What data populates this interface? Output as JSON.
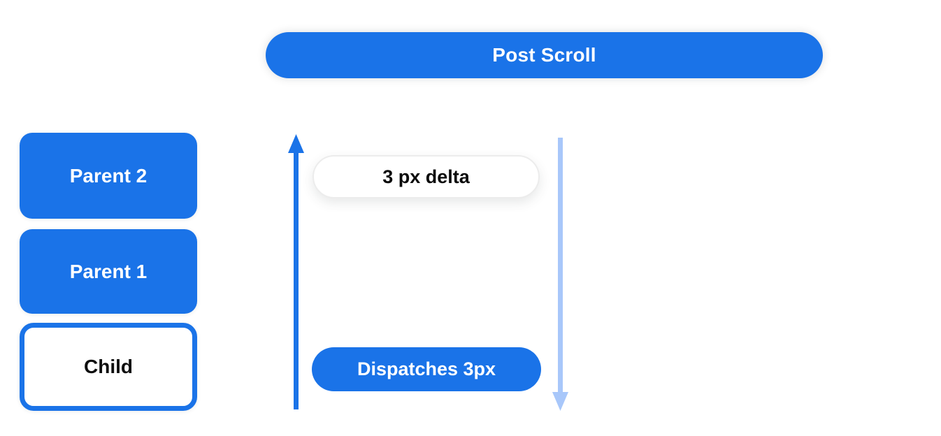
{
  "colors": {
    "primary_blue": "#1A73E8",
    "light_blue": "#A8C7FA",
    "surface_white": "#FFFFFF",
    "text_black": "#0E0E0E"
  },
  "banner": {
    "label": "Post Scroll"
  },
  "node_stack": {
    "items": [
      {
        "label": "Parent 2"
      },
      {
        "label": "Parent 1"
      },
      {
        "label": "Child"
      }
    ]
  },
  "flow": {
    "up_arrow": {
      "icon": "arrow-up",
      "color": "#1A73E8"
    },
    "down_arrow": {
      "icon": "arrow-down",
      "color": "#A8C7FA"
    },
    "delta_label": "3 px delta",
    "dispatch_label": "Dispatches 3px"
  }
}
